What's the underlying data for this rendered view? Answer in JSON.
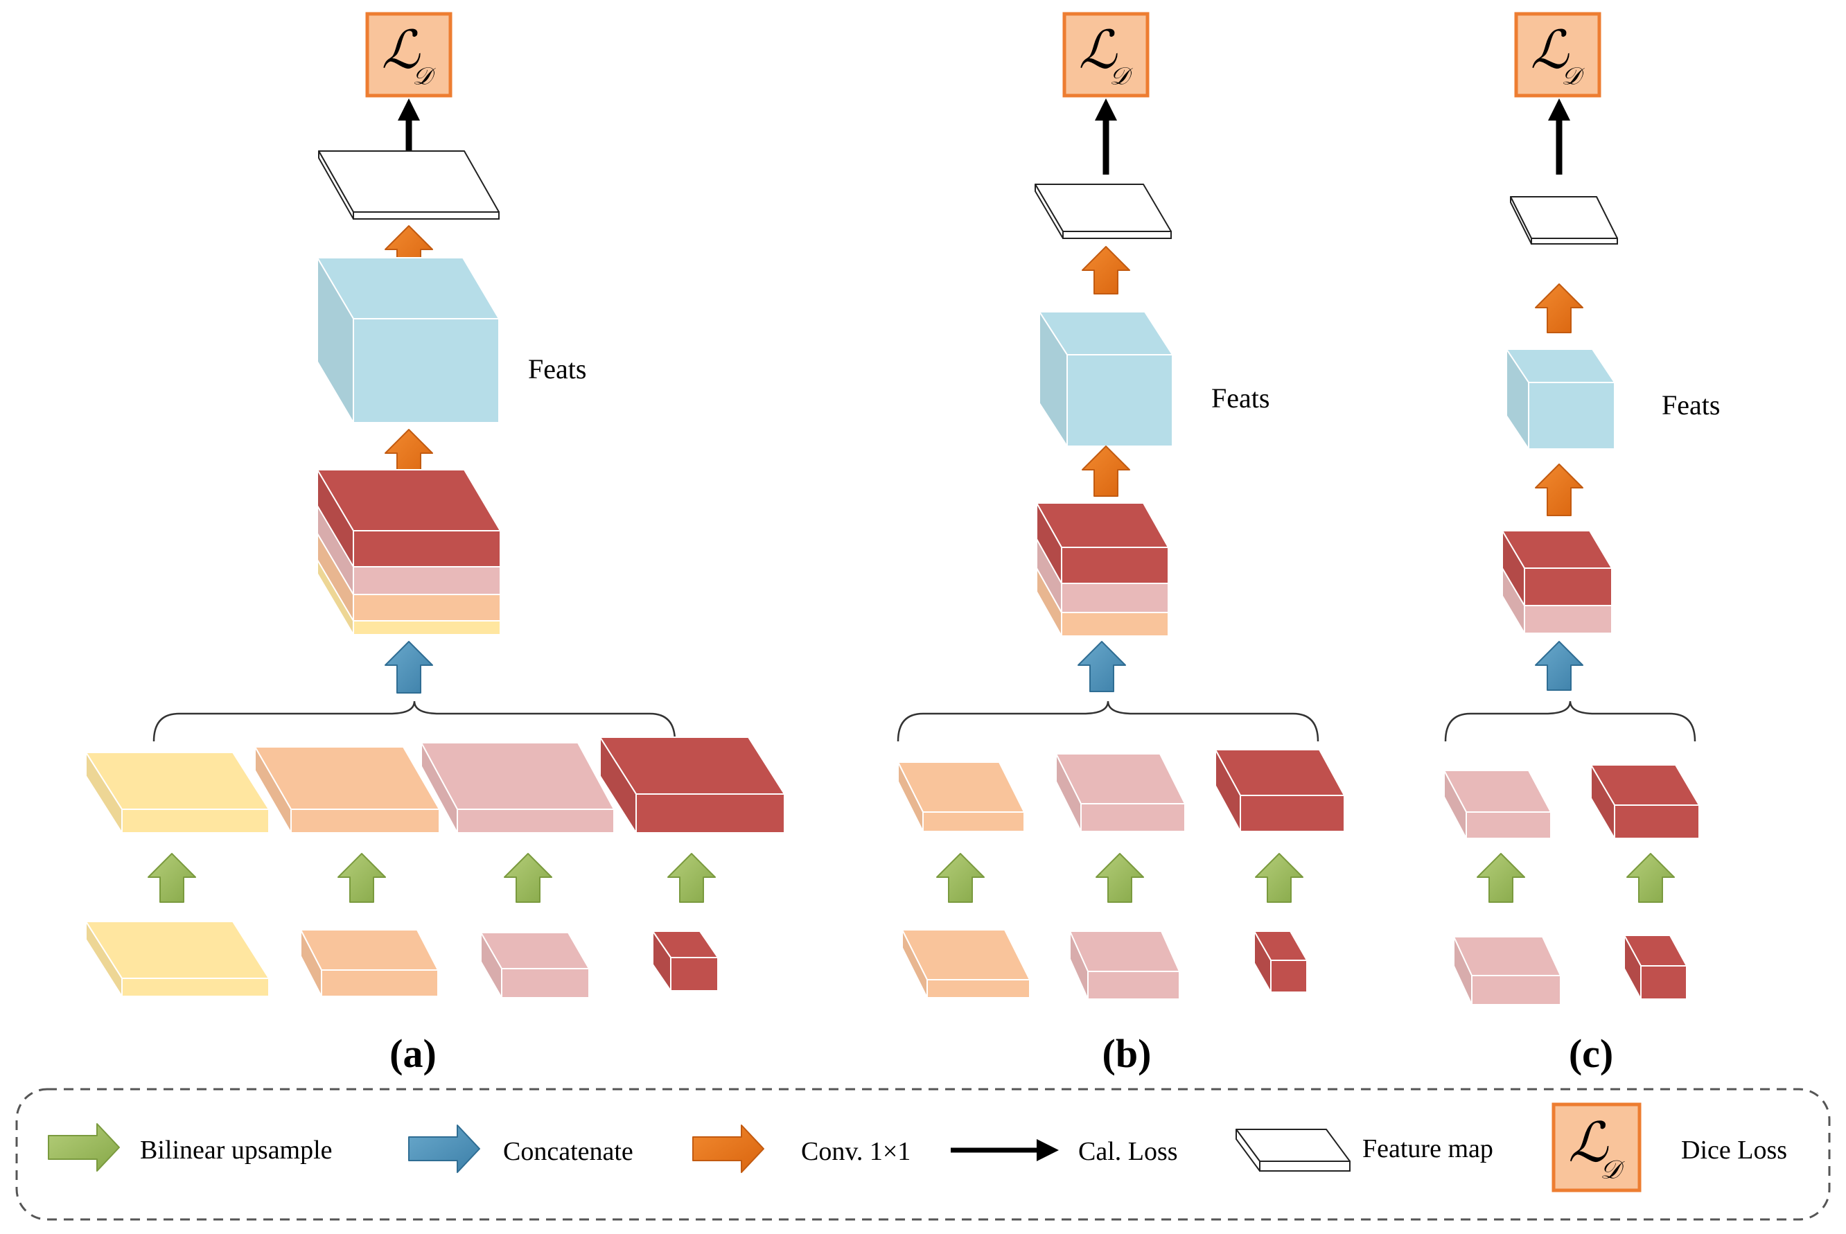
{
  "colors": {
    "yellow": "#FFE6A0",
    "orange": "#F9C49B",
    "pink": "#E8B9B9",
    "red": "#C0504D",
    "blue": "#B6DDE8",
    "white": "#FFFFFF",
    "loss_fill": "#F9C49B",
    "loss_border": "#ED7D31",
    "arrow_upsample": "#9BBB59",
    "arrow_concat": "#4A90B8",
    "arrow_conv": "#E8731A",
    "arrow_loss": "#000000"
  },
  "loss_symbol": "ℒ",
  "loss_subscript": "𝒟",
  "panels": [
    {
      "label": "(a)",
      "feats_label": "Feats",
      "scales": [
        "yellow",
        "orange",
        "pink",
        "red"
      ]
    },
    {
      "label": "(b)",
      "feats_label": "Feats",
      "scales": [
        "orange",
        "pink",
        "red"
      ]
    },
    {
      "label": "(c)",
      "feats_label": "Feats",
      "scales": [
        "pink",
        "red"
      ]
    }
  ],
  "legend": {
    "upsample": "Bilinear upsample",
    "concat": "Concatenate",
    "conv": "Conv. 1×1",
    "loss": "Cal. Loss",
    "feature_map": "Feature map",
    "dice": "Dice Loss"
  }
}
